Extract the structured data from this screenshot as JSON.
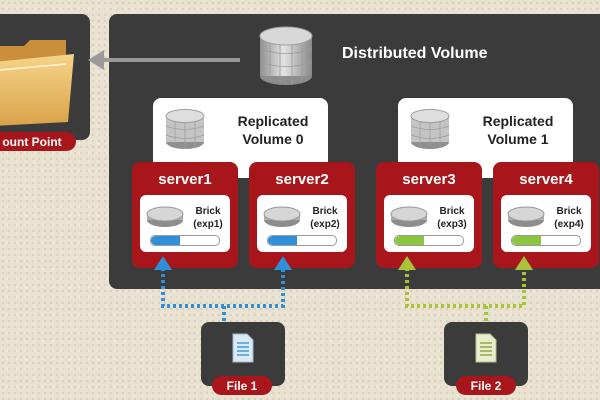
{
  "mount": {
    "label": "ount Point"
  },
  "distributed": {
    "title": "Distributed Volume"
  },
  "replicated_volumes": [
    {
      "line1": "Replicated",
      "line2": "Volume 0"
    },
    {
      "line1": "Replicated",
      "line2": "Volume 1"
    }
  ],
  "servers": [
    {
      "name": "server1",
      "brick": "Brick",
      "exp": "(exp1)",
      "fill_color": "#2f8fd8",
      "capacity": 0.42
    },
    {
      "name": "server2",
      "brick": "Brick",
      "exp": "(exp2)",
      "fill_color": "#2f8fd8",
      "capacity": 0.42
    },
    {
      "name": "server3",
      "brick": "Brick",
      "exp": "(exp3)",
      "fill_color": "#8cc63f",
      "capacity": 0.42
    },
    {
      "name": "server4",
      "brick": "Brick",
      "exp": "(exp4)",
      "fill_color": "#8cc63f",
      "capacity": 0.42
    }
  ],
  "files": [
    {
      "label": "File 1",
      "accent": "#2f8fd8"
    },
    {
      "label": "File 2",
      "accent": "#a8c23a"
    }
  ],
  "colors": {
    "panel": "#3b3b3b",
    "server": "#a8161b",
    "file1_connector": "#2f8fd8",
    "file2_connector": "#a8c23a"
  }
}
